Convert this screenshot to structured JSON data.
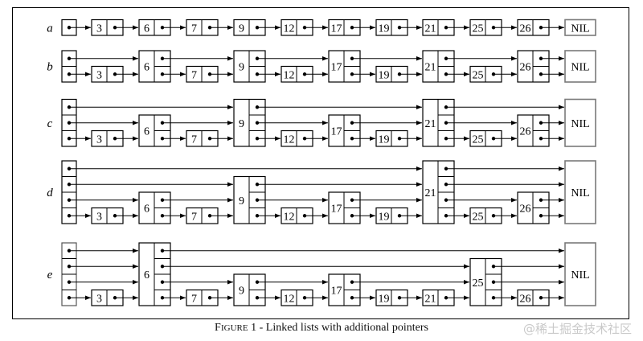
{
  "figure": {
    "caption_prefix_big": "F",
    "caption_prefix_small": "IGURE",
    "caption_rest": " 1 - Linked lists with additional pointers",
    "nil_label": "NIL",
    "rows": [
      {
        "label": "a",
        "head_levels": 1,
        "nodes": [
          [
            3,
            1
          ],
          [
            6,
            1
          ],
          [
            7,
            1
          ],
          [
            9,
            1
          ],
          [
            12,
            1
          ],
          [
            17,
            1
          ],
          [
            19,
            1
          ],
          [
            21,
            1
          ],
          [
            25,
            1
          ],
          [
            26,
            1
          ]
        ]
      },
      {
        "label": "b",
        "head_levels": 2,
        "nodes": [
          [
            3,
            1
          ],
          [
            6,
            2
          ],
          [
            7,
            1
          ],
          [
            9,
            2
          ],
          [
            12,
            1
          ],
          [
            17,
            2
          ],
          [
            19,
            1
          ],
          [
            21,
            2
          ],
          [
            25,
            1
          ],
          [
            26,
            2
          ]
        ]
      },
      {
        "label": "c",
        "head_levels": 3,
        "nodes": [
          [
            3,
            1
          ],
          [
            6,
            2
          ],
          [
            7,
            1
          ],
          [
            9,
            3
          ],
          [
            12,
            1
          ],
          [
            17,
            2
          ],
          [
            19,
            1
          ],
          [
            21,
            3
          ],
          [
            25,
            1
          ],
          [
            26,
            2
          ]
        ]
      },
      {
        "label": "d",
        "head_levels": 4,
        "nodes": [
          [
            3,
            1
          ],
          [
            6,
            2
          ],
          [
            7,
            1
          ],
          [
            9,
            3
          ],
          [
            12,
            1
          ],
          [
            17,
            2
          ],
          [
            19,
            1
          ],
          [
            21,
            4
          ],
          [
            25,
            1
          ],
          [
            26,
            2
          ]
        ]
      },
      {
        "label": "e",
        "head_levels": 4,
        "nodes": [
          [
            3,
            1
          ],
          [
            6,
            4
          ],
          [
            7,
            1
          ],
          [
            9,
            2
          ],
          [
            12,
            1
          ],
          [
            17,
            2
          ],
          [
            19,
            1
          ],
          [
            21,
            1
          ],
          [
            25,
            3
          ],
          [
            26,
            1
          ]
        ]
      }
    ]
  },
  "watermark": "@稀土掘金技术社区"
}
